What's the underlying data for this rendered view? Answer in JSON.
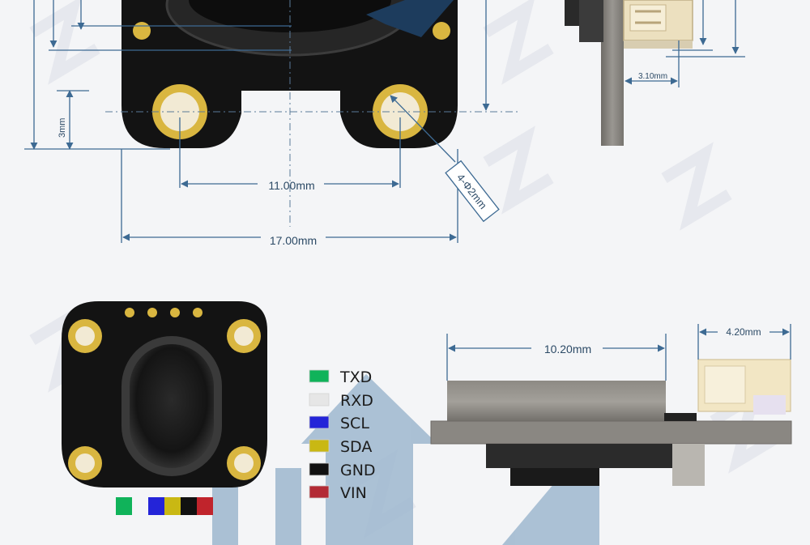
{
  "dimensions": {
    "mount_hole_spacing": "11.00mm",
    "board_width": "17.00mm",
    "hole_offset": "3mm",
    "hole_callout": "4-Φ2mm",
    "connector_offset": "3.10mm",
    "sensor_length": "10.20mm",
    "connector_length": "4.20mm"
  },
  "legend": [
    {
      "label": "TXD",
      "color": "#10b35a"
    },
    {
      "label": "RXD",
      "color": "#e6e6e6"
    },
    {
      "label": "SCL",
      "color": "#2424d8"
    },
    {
      "label": "SDA",
      "color": "#c9b813"
    },
    {
      "label": "GND",
      "color": "#111111"
    },
    {
      "label": "VIN",
      "color": "#b32a35"
    }
  ],
  "colors": {
    "pcb": "#131313",
    "pad_gold": "#d9b640",
    "dimension_line": "#3d6a93",
    "background": "#f4f5f7"
  }
}
